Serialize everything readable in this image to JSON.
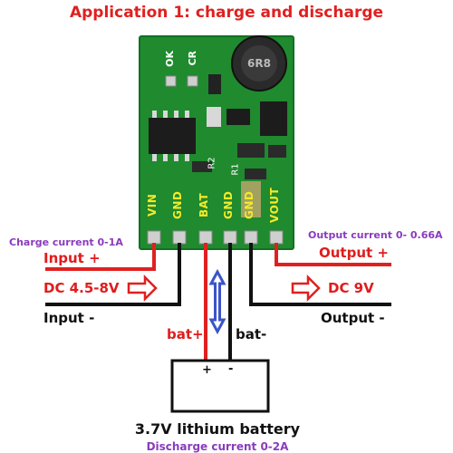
{
  "title": "Application 1: charge and discharge",
  "board": {
    "pin_labels": [
      "VIN",
      "GND",
      "BAT",
      "GND",
      "GND",
      "VOUT"
    ],
    "led_labels": [
      "OK",
      "CR"
    ],
    "inductor_mark": "6R8",
    "resistor_marks": [
      "R2",
      "R1"
    ]
  },
  "labels": {
    "charge_current": "Charge current 0-1A",
    "output_current": "Output current 0- 0.66A",
    "input_plus": "Input +",
    "input_dc": "DC 4.5-8V",
    "input_minus": "Input -",
    "output_plus": "Output +",
    "output_dc": "DC 9V",
    "output_minus": "Output -",
    "bat_plus": "bat+",
    "bat_minus": "bat-",
    "battery_plus_sign": "+",
    "battery_minus_sign": "-",
    "battery_name": "3.7V lithium battery",
    "discharge_current": "Discharge current 0-2A"
  },
  "colors": {
    "title": "#e02020",
    "positive_wire": "#e02020",
    "negative_wire": "#111111",
    "annotation": "#8a3bbd",
    "pcb": "#1f8a2e",
    "pin_label": "#f5ea28",
    "arrow": "#3b54c8"
  }
}
